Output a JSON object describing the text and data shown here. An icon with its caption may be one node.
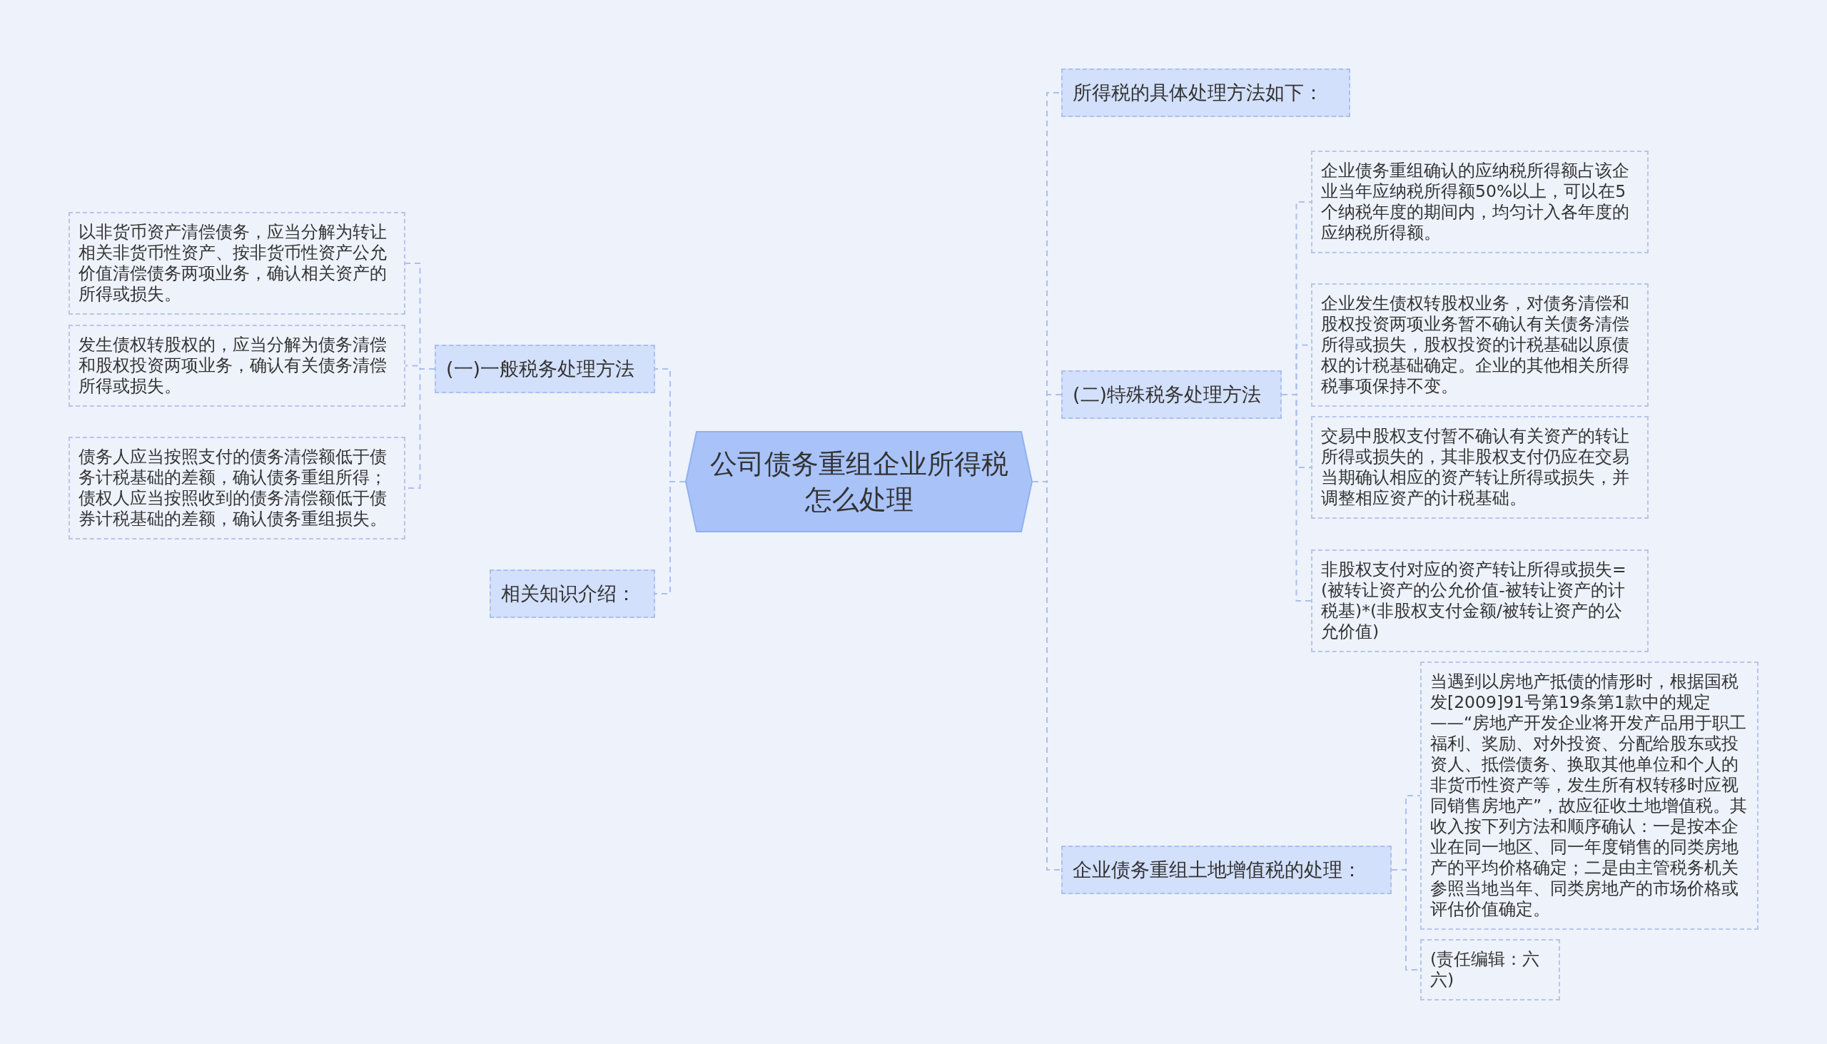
{
  "diagram": {
    "nodes": [
      {
        "text": [
          "公司债务重组企业所得税怎么处理"
        ]
      },
      {
        "text": [
          "(一)一般税务处理方法"
        ]
      },
      {
        "text": [
          "以非货币资产清偿债务，应当分解为转让相关非货币性资产、按非货币性资产公允价值清偿债务两项业务，确认相关资产的所得或损失。"
        ]
      },
      {
        "text": [
          "发生债权转股权的，应当分解为债务清偿和股权投资两项业务，确认有关债务清偿所得或损失。"
        ]
      },
      {
        "text": [
          "债务人应当按照支付的债务清偿额低于债务计税基础的差额，确认债务重组所得；债权人应当按照收到的债务清偿额低于债券计税基础的差额，确认债务重组损失。"
        ]
      },
      {
        "text": [
          "相关知识介绍："
        ]
      },
      {
        "text": [
          "所得税的具体处理方法如下："
        ]
      },
      {
        "text": [
          "(二)特殊税务处理方法"
        ]
      },
      {
        "text": [
          "企业债务重组确认的应纳税所得额占该企业当年应纳税所得额50%以上，可以在5个纳税年度的期间内，均匀计入各年度的应纳税所得额。"
        ]
      },
      {
        "text": [
          "企业发生债权转股权业务，对债务清偿和股权投资两项业务暂不确认有关债务清偿所得或损失，股权投资的计税基础以原债权的计税基础确定。企业的其他相关所得税事项保持不变。"
        ]
      },
      {
        "text": [
          "交易中股权支付暂不确认有关资产的转让所得或损失的，其非股权支付仍应在交易当期确认相应的资产转让所得或损失，并调整相应资产的计税基础。"
        ]
      },
      {
        "text": [
          "非股权支付对应的资产转让所得或损失=(被转让资产的公允价值-被转让资产的计税基)*(非股权支付金额/被转让资产的公允价值)"
        ]
      },
      {
        "text": [
          "企业债务重组土地增值税的处理："
        ]
      },
      {
        "text": [
          "当遇到以房地产抵债的情形时，根据国税发[2009]91号第19条第1款中的规定——“房地产开发企业将开发产品用于职工福利、奖励、对外投资、分配给股东或投资人、抵偿债务、换取其他单位和个人的非货币性资产等，发生所有权转移时应视同销售房地产”，故应征收土地增值税。其收入按下列方法和顺序确认：一是按本企业在同一地区、同一年度销售的同类房地产的平均价格确定；二是由主管税务机关参照当地当年、同类房地产的市场价格或评估价值确定。"
        ]
      },
      {
        "text": [
          "(责任编辑：六六)"
        ]
      }
    ],
    "edges": [
      {
        "from": 0,
        "to": 1,
        "arrow": "none"
      },
      {
        "from": 1,
        "to": 2,
        "arrow": "none"
      },
      {
        "from": 1,
        "to": 3,
        "arrow": "none"
      },
      {
        "from": 1,
        "to": 4,
        "arrow": "none"
      },
      {
        "from": 0,
        "to": 5,
        "arrow": "none"
      },
      {
        "from": 0,
        "to": 6,
        "arrow": "none"
      },
      {
        "from": 0,
        "to": 7,
        "arrow": "none"
      },
      {
        "from": 7,
        "to": 8,
        "arrow": "none"
      },
      {
        "from": 7,
        "to": 9,
        "arrow": "none"
      },
      {
        "from": 7,
        "to": 10,
        "arrow": "none"
      },
      {
        "from": 7,
        "to": 11,
        "arrow": "none"
      },
      {
        "from": 0,
        "to": 12,
        "arrow": "none"
      },
      {
        "from": 12,
        "to": 13,
        "arrow": "none"
      },
      {
        "from": 12,
        "to": 14,
        "arrow": "none"
      }
    ]
  }
}
